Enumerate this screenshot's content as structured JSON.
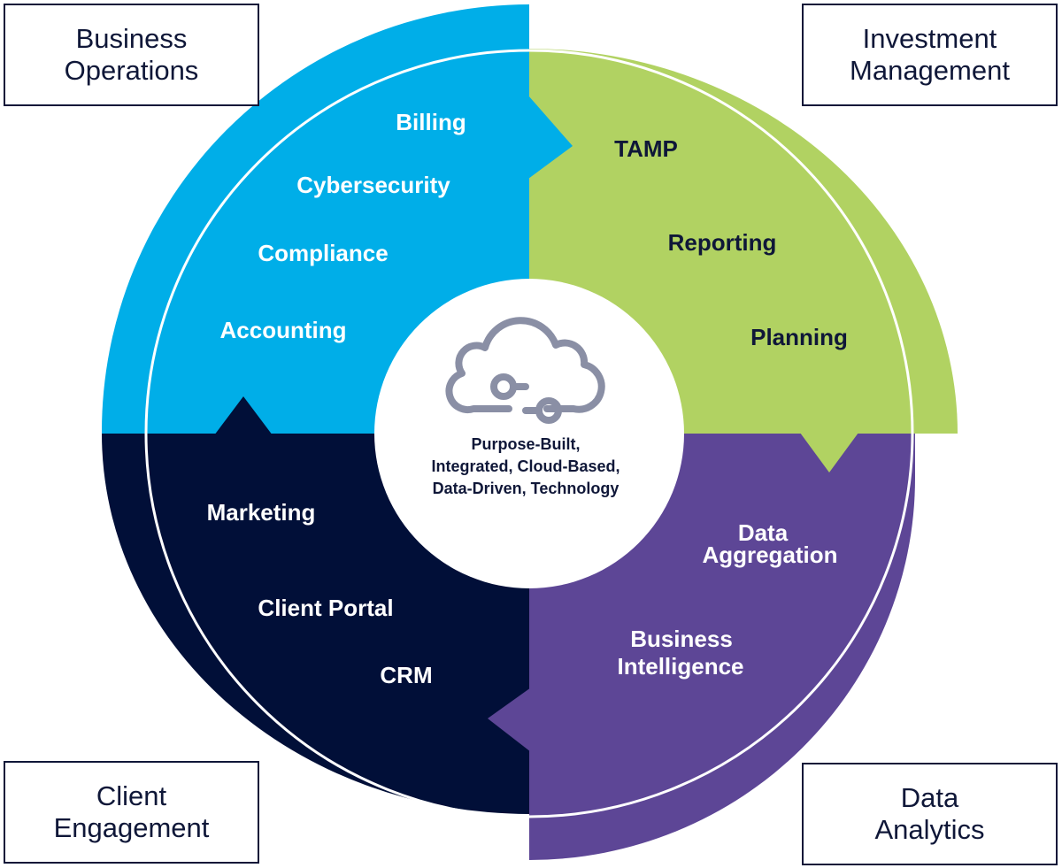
{
  "colors": {
    "operations": "#00aee8",
    "investment": "#b1d262",
    "analytics": "#5d4696",
    "engagement": "#010f38",
    "text_dark": "#0f1738",
    "icon": "#8a8fa5"
  },
  "corners": {
    "top_left": "Business\nOperations",
    "top_right": "Investment\nManagement",
    "bottom_left": "Client\nEngagement",
    "bottom_right": "Data\nAnalytics"
  },
  "segments": {
    "operations": [
      "Billing",
      "Cybersecurity",
      "Compliance",
      "Accounting"
    ],
    "investment": [
      "TAMP",
      "Reporting",
      "Planning"
    ],
    "analytics": [
      "Data",
      "Aggregation",
      "Business",
      "Intelligence"
    ],
    "engagement": [
      "Marketing",
      "Client Portal",
      "CRM"
    ]
  },
  "center": {
    "icon": "cloud-icon",
    "lines": [
      "Purpose-Built,",
      "Integrated, Cloud-Based,",
      "Data-Driven, Technology"
    ]
  }
}
